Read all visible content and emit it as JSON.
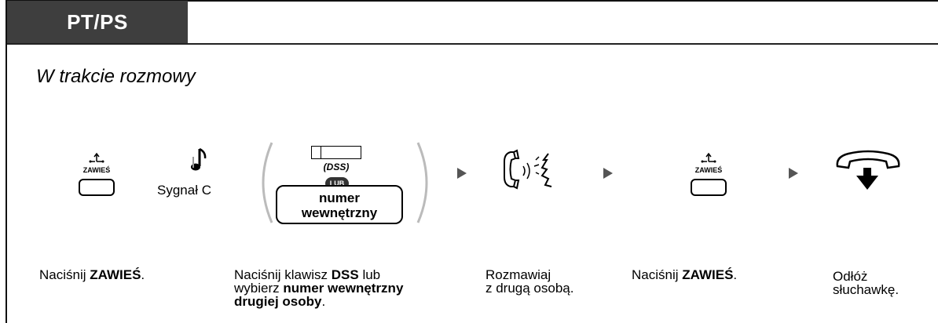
{
  "header": {
    "tab_label": "PT/PS"
  },
  "subtitle": "W trakcie rozmowy",
  "icons": {
    "hold_key_caption": "ZAWIEŚ",
    "signal_label": "Sygnał C",
    "dss_label": "(DSS)",
    "or_badge": "LUB",
    "extension_box_line1": "numer",
    "extension_box_line2": "wewnętrzny"
  },
  "steps": [
    {
      "pre": "Naciśnij ",
      "bold": "ZAWIEŚ",
      "post": "."
    },
    {
      "line1_pre": "Naciśnij klawisz ",
      "line1_bold": "DSS",
      "line1_post": " lub",
      "line2_pre": "wybierz ",
      "line2_bold": "numer wewnętrzny",
      "line3_bold": "drugiej osoby",
      "line3_post": "."
    },
    {
      "line1": "Rozmawiaj",
      "line2": "z drugą osobą."
    },
    {
      "pre": "Naciśnij ",
      "bold": "ZAWIEŚ",
      "post": "."
    },
    {
      "line1": "Odłóż",
      "line2": "słuchawkę."
    }
  ]
}
